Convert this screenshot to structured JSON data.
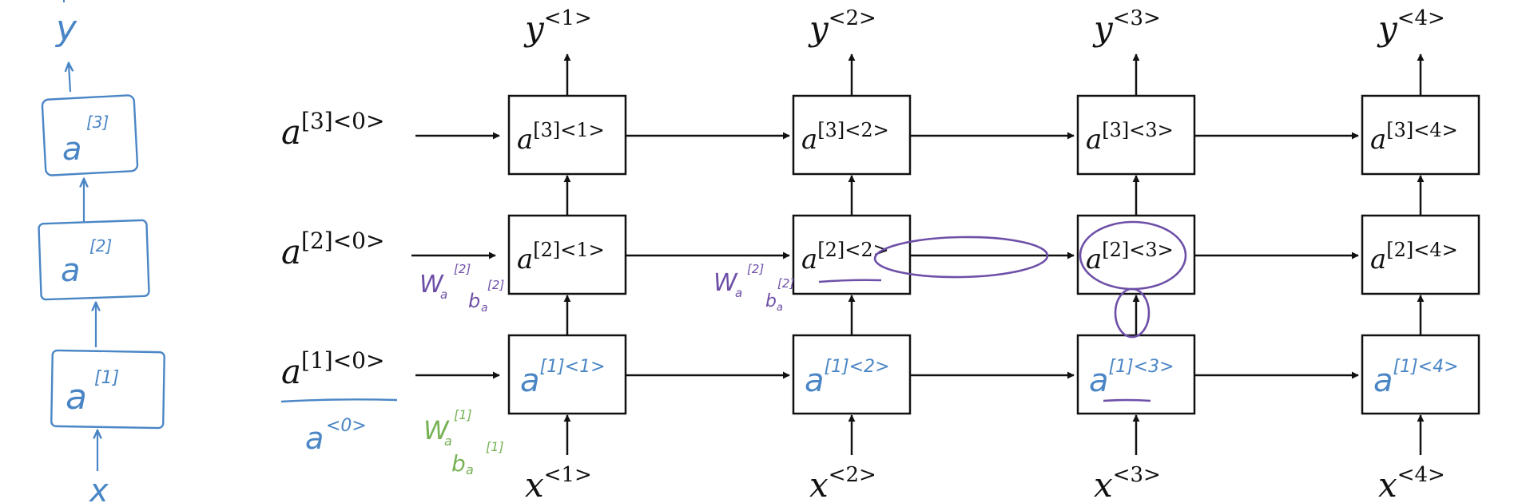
{
  "colors": {
    "ink": "#111111",
    "blue": "#4A86C5",
    "purple": "#6E4FA8",
    "green": "#77B255"
  },
  "outputs": [
    {
      "base": "y",
      "sup": "<1>"
    },
    {
      "base": "y",
      "sup": "<2>"
    },
    {
      "base": "y",
      "sup": "<3>"
    },
    {
      "base": "y",
      "sup": "<4>"
    }
  ],
  "inputs": [
    {
      "base": "x",
      "sup": "<1>"
    },
    {
      "base": "x",
      "sup": "<2>"
    },
    {
      "base": "x",
      "sup": "<3>"
    },
    {
      "base": "x",
      "sup": "<4>"
    }
  ],
  "initial_states": [
    {
      "base": "a",
      "sup": "[3]<0>"
    },
    {
      "base": "a",
      "sup": "[2]<0>"
    },
    {
      "base": "a",
      "sup": "[1]<0>"
    }
  ],
  "layer3_cells": [
    {
      "base": "a",
      "sup": "[3]<1>"
    },
    {
      "base": "a",
      "sup": "[3]<2>"
    },
    {
      "base": "a",
      "sup": "[3]<3>"
    },
    {
      "base": "a",
      "sup": "[3]<4>"
    }
  ],
  "layer2_cells": [
    {
      "base": "a",
      "sup": "[2]<1>"
    },
    {
      "base": "a",
      "sup": "[2]<2>"
    },
    {
      "base": "a",
      "sup": "[2]<3>"
    },
    {
      "base": "a",
      "sup": "[2]<4>"
    }
  ],
  "layer1_cells_handwritten": [
    {
      "base": "a",
      "sup": "[1]<1>"
    },
    {
      "base": "a",
      "sup": "[1]<2>"
    },
    {
      "base": "a",
      "sup": "[1]<3>"
    },
    {
      "base": "a",
      "sup": "[1]<4>"
    }
  ],
  "annotations": {
    "a0_note": {
      "base": "a",
      "sup": "<0>"
    },
    "params_layer2_a": {
      "w": "W",
      "w_sub": "a",
      "w_sup": "[2]",
      "b": "b",
      "b_sub": "a",
      "b_sup": "[2]"
    },
    "params_layer2_b": {
      "w": "W",
      "w_sub": "a",
      "w_sup": "[2]",
      "b": "b",
      "b_sub": "a",
      "b_sup": "[2]"
    },
    "params_layer1": {
      "w": "W",
      "w_sub": "a",
      "w_sup": "[1]",
      "b": "b",
      "b_sub": "a",
      "b_sup": "[1]"
    }
  },
  "side_stack": {
    "output": "y",
    "cells": [
      {
        "base": "a",
        "sup": "[3]"
      },
      {
        "base": "a",
        "sup": "[2]"
      },
      {
        "base": "a",
        "sup": "[1]"
      }
    ],
    "input": "x"
  }
}
